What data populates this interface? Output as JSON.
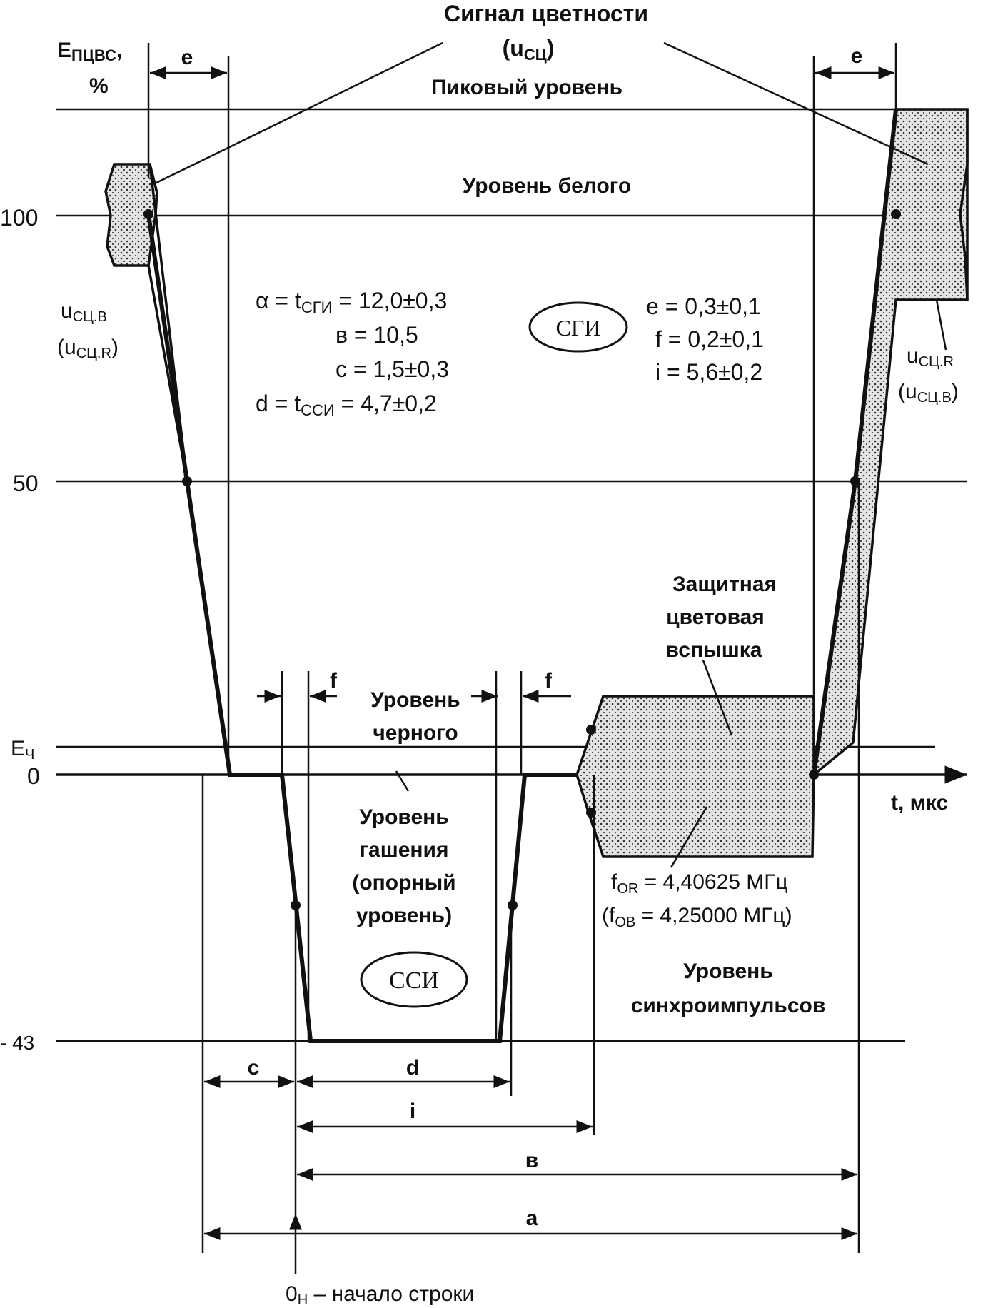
{
  "title": {
    "line1": "Сигнал цветности",
    "line2": "(u",
    "line2_sub": "СЦ",
    "line2_end": ")"
  },
  "y_axis": {
    "label_main": "E",
    "label_sub": "ПЦВС",
    "label_comma": ",",
    "label_unit": "%",
    "ticks": {
      "t100": "100",
      "t50": "50",
      "te": "E",
      "te_sub": "Ч",
      "t0": "0",
      "t43": "- 43"
    }
  },
  "x_axis": {
    "label": "t, мкс"
  },
  "levels": {
    "peak": "Пиковый уровень",
    "white": "Уровень белого",
    "black_1": "Уровень",
    "black_2": "черного",
    "blank_1": "Уровень",
    "blank_2": "гашения",
    "blank_3": "(опорный",
    "blank_4": "уровень)",
    "sync_1": "Уровень",
    "sync_2": "синхроимпульсов"
  },
  "params": {
    "a": {
      "pre": "α = t",
      "sub": "СГИ",
      "post": " = 12,0±0,3"
    },
    "b": "в = 10,5",
    "c": "с = 1,5±0,3",
    "d": {
      "pre": "d = t",
      "sub": "ССИ",
      "post": " = 4,7±0,2"
    },
    "e": "e = 0,3±0,1",
    "f": "f = 0,2±0,1",
    "i": "i = 5,6±0,2"
  },
  "badges": {
    "sgi": "СГИ",
    "ssi": "ССИ"
  },
  "burst": {
    "line1": "Защитная",
    "line2": "цветовая",
    "line3": "вспышка",
    "fr": {
      "pre": "f",
      "sub": "OR",
      "post": " = 4,40625 МГц"
    },
    "fb": {
      "pre": "(f",
      "sub": "OB",
      "post": " = 4,25000 МГц)"
    }
  },
  "chroma_labels": {
    "left_1": {
      "pre": "u",
      "sub": "СЦ.В"
    },
    "left_2": {
      "pre": "(u",
      "sub": "СЦ.R",
      "post": ")"
    },
    "right_1": {
      "pre": "u",
      "sub": "СЦ.R"
    },
    "right_2": {
      "pre": "(u",
      "sub": "СЦ.В",
      "post": ")"
    }
  },
  "dims": {
    "e_left": "e",
    "e_right": "e",
    "f_left": "f",
    "f_right": "f",
    "c": "с",
    "d": "d",
    "i": "i",
    "b": "в",
    "a": "a"
  },
  "origin": {
    "pre": "0",
    "sub": "Н",
    "post": " – начало строки"
  },
  "colors": {
    "ink": "#111111",
    "paper": "#ffffff",
    "fill": "#cfcfcf"
  }
}
